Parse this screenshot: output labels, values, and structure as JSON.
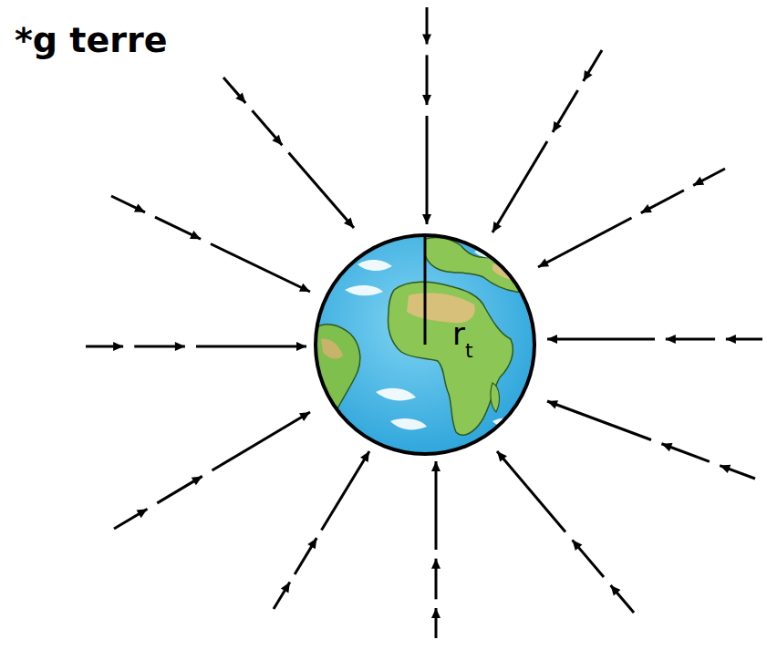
{
  "diagram": {
    "title": "*g terre",
    "labels": [
      "r",
      "t"
    ]
  }
}
